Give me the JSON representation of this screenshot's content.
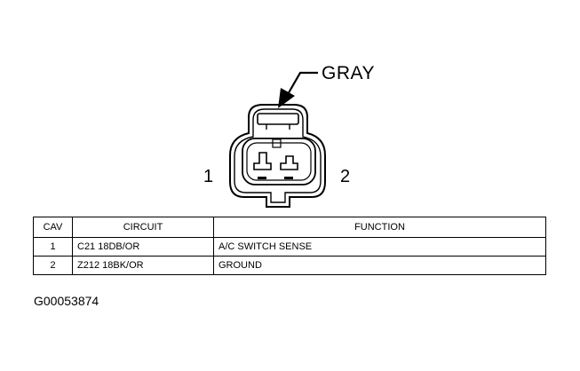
{
  "connector": {
    "color_label": "GRAY",
    "cavity_left": "1",
    "cavity_right": "2"
  },
  "table": {
    "headers": {
      "cav": "CAV",
      "circuit": "CIRCUIT",
      "function": "FUNCTION"
    },
    "rows": [
      {
        "cav": "1",
        "circuit": "C21 18DB/OR",
        "function": "A/C SWITCH SENSE"
      },
      {
        "cav": "2",
        "circuit": "Z212 18BK/OR",
        "function": "GROUND"
      }
    ]
  },
  "figure_id": "G00053874"
}
